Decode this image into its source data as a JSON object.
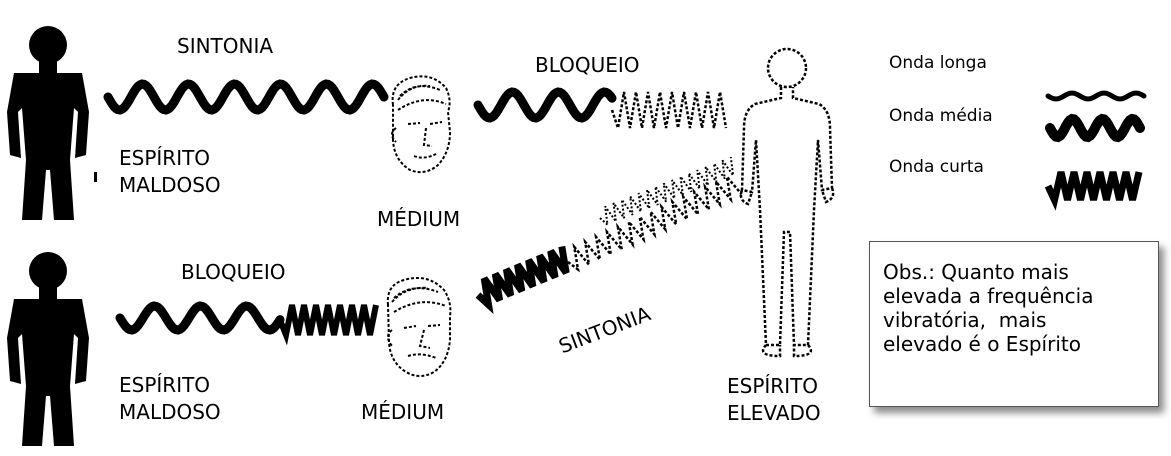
{
  "labels": {
    "sintonia_top": "SINTONIA",
    "bloqueio_top": "BLOQUEIO",
    "espirito_maldoso_top": [
      "ESPÍRITO",
      "MALDOSO"
    ],
    "medium_top": "MÉDIUM",
    "bloqueio_bottom": "BLOQUEIO",
    "sintonia_diagonal": "SINTONIA",
    "espirito_maldoso_bottom": [
      "ESPÍRITO",
      "MALDOSO"
    ],
    "medium_bottom": "MÉDIUM",
    "espirito_elevado": [
      "ESPÍRITO",
      "ELEVADO"
    ]
  },
  "legend": [
    {
      "label": "Onda longa",
      "wave": "long"
    },
    {
      "label": "Onda média",
      "wave": "medium"
    },
    {
      "label": "Onda curta",
      "wave": "short"
    }
  ],
  "note": {
    "lines": [
      "Obs.: Quanto mais",
      "elevada a frequência",
      "vibratória,  mais",
      "elevado é o Espírito"
    ]
  },
  "colors": {
    "ink": "#000000",
    "background": "#ffffff",
    "note_border": "#555555"
  },
  "icons": [
    "silhouette-icon",
    "head-icon",
    "outline-figure-icon",
    "wave-icon"
  ]
}
